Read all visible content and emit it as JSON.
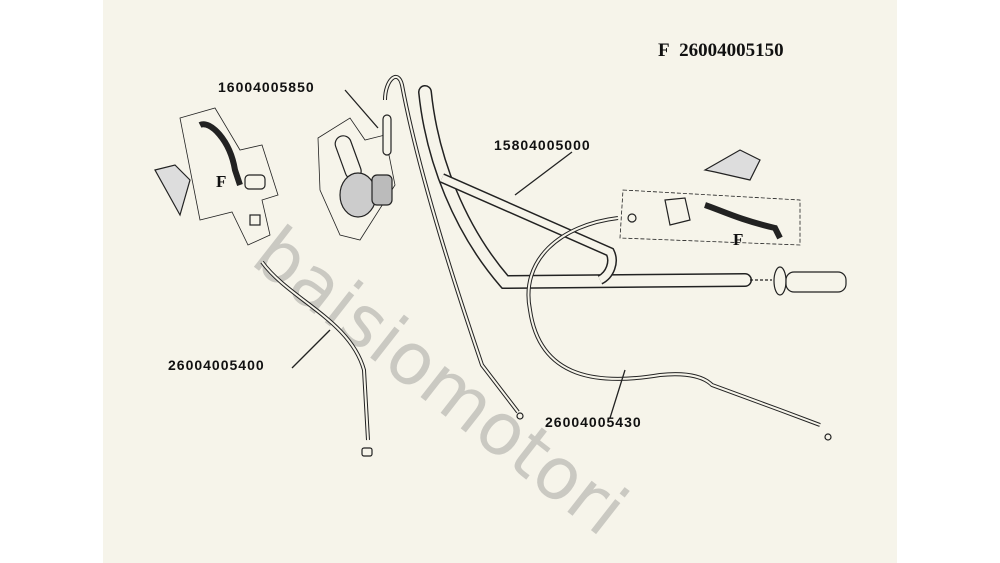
{
  "header": {
    "prefix": "F",
    "code": "26004005150"
  },
  "callouts": [
    {
      "part": "16004005850"
    },
    {
      "part": "15804005000"
    },
    {
      "part": "26004005400"
    },
    {
      "part": "26004005430"
    }
  ],
  "markers": {
    "left_f": "F",
    "right_f": "F"
  },
  "watermark": "baisiomotori"
}
